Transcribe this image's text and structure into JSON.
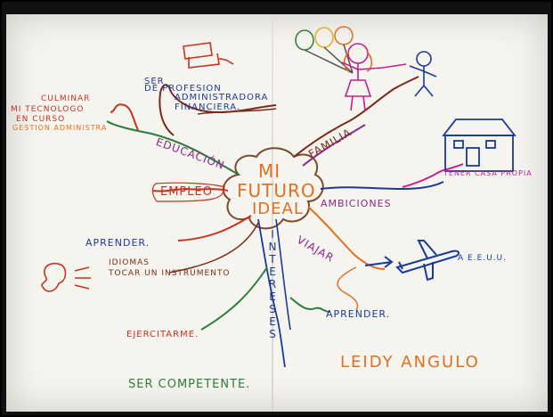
{
  "title": {
    "line1": "MI",
    "line2": "FUTURO",
    "line3": "IDEAL"
  },
  "branches": {
    "educacion": "EDUCACIÓN",
    "familia": "FAMILIA",
    "empleo": "EMPLEO",
    "ambiciones": "AMBICIONES",
    "viajar": "VIAJAR",
    "intereses": "INTERESES"
  },
  "notes": {
    "ser": "SER",
    "profesion": "DE PROFESION",
    "administradora": "ADMINISTRADORA",
    "financiera": "FINANCIERA.",
    "culminar": "CULMINAR",
    "tecnologo": "MI TECNOLOGO",
    "en_curso": "EN CURSO",
    "gestion": "GESTION ADMINISTRA",
    "tener_casa": "TENER CASA PROPIA",
    "eeuu": "A E.E.U.U.",
    "aprender_top": "APRENDER.",
    "idiomas": "IDIOMAS",
    "instrumento": "TOCAR UN INSTRUMENTO",
    "aprender_bottom": "APRENDER.",
    "ejercitarme": "EJERCITARME.",
    "ser_competente": "SER COMPETENTE."
  },
  "signature": "LEIDY ANGULO",
  "colors": {
    "green": "#2e7d3a",
    "orange": "#e07020",
    "red": "#c8321e",
    "purple": "#8a2a8a",
    "blue": "#1a3a9a",
    "maroon": "#7a2a1a",
    "magenta": "#c22090"
  }
}
